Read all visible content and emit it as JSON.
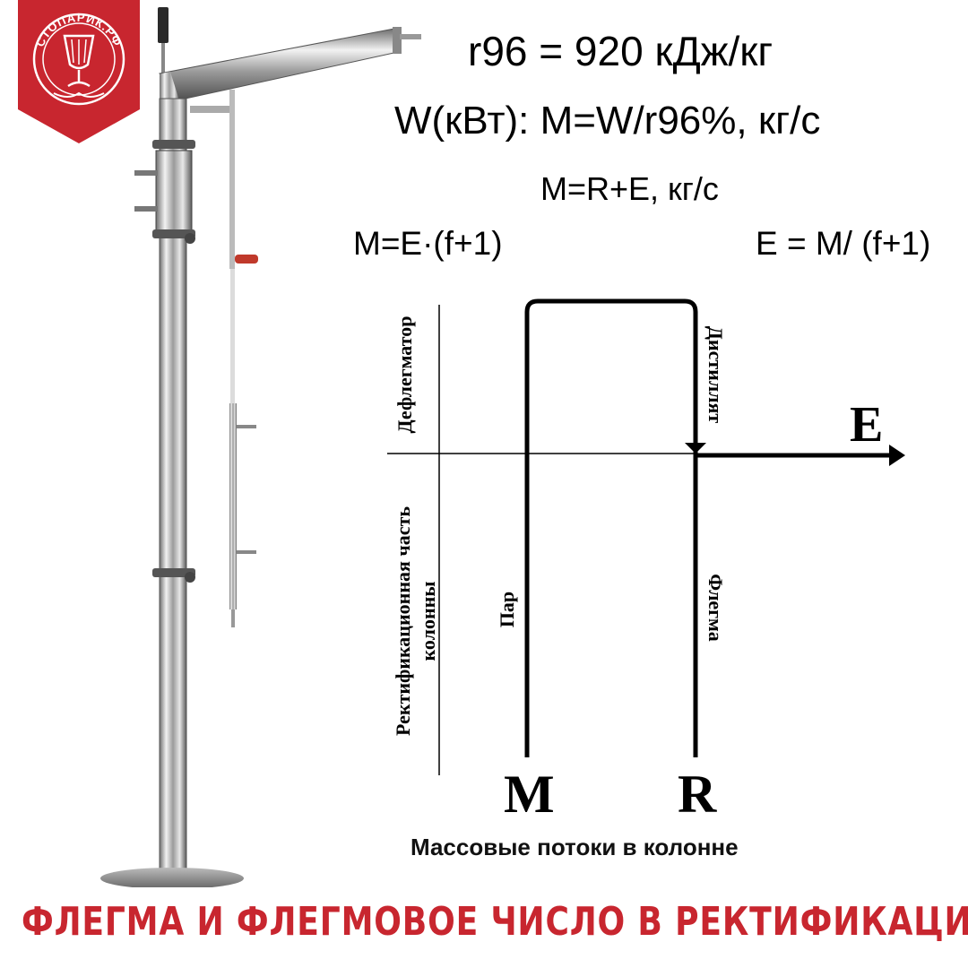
{
  "logo": {
    "text": "СТОПАРИК.РФ",
    "color": "#c8262f"
  },
  "formulas": {
    "r96": "r96 = 920 кДж/кг",
    "power": "W(кВт): M=W/r96%, кг/с",
    "mass_balance": "M=R+E, кг/с",
    "vapor": "M=E·(f+1)",
    "distillate": "E = M/ (f+1)"
  },
  "diagram": {
    "zone_dephlegmator": "Дефлегматор",
    "zone_rectification_line1": "Ректификационная часть",
    "zone_rectification_line2": "колонны",
    "flow_vapor": "Пар",
    "flow_distillate": "Дистиллят",
    "flow_reflux": "Флегма",
    "letter_m": "M",
    "letter_r": "R",
    "letter_e": "E",
    "caption": "Массовые потоки в колонне"
  },
  "footer_title": "ФЛЕГМА И ФЛЕГМОВОЕ ЧИСЛО В РЕКТИФИКАЦИИ",
  "colors": {
    "accent": "#c8262f",
    "line": "#000000"
  }
}
